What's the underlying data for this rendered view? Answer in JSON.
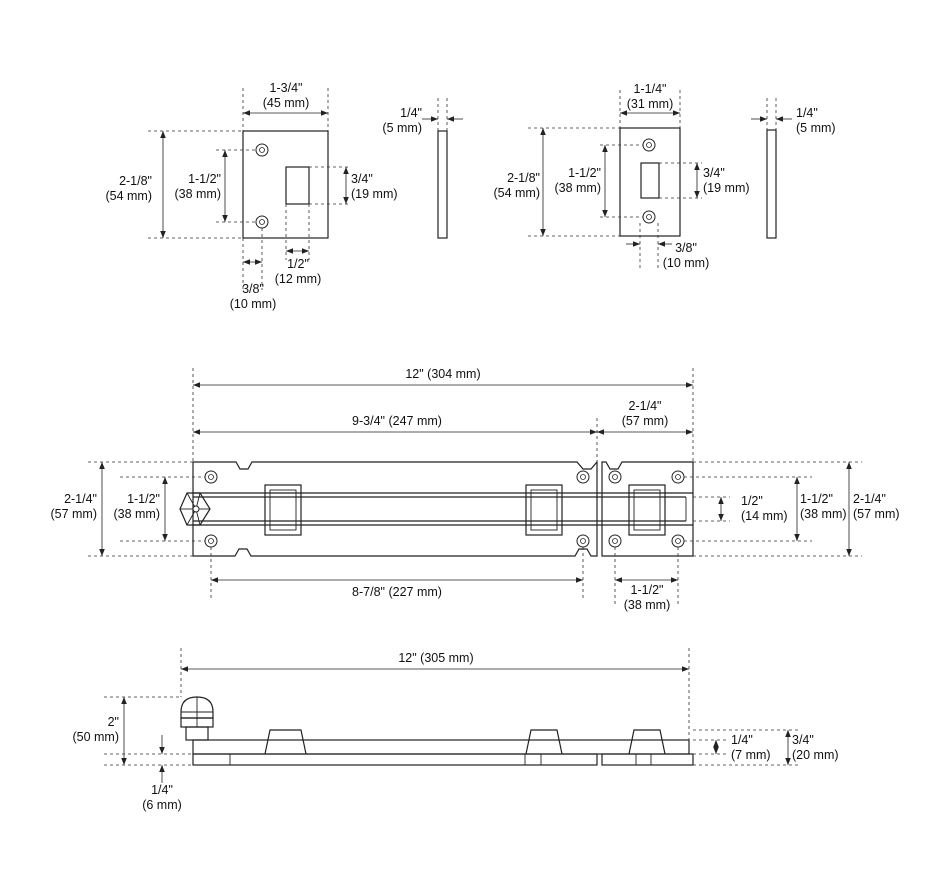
{
  "views": {
    "keeper_a": {
      "width": {
        "imp": "1-3/4\"",
        "met": "(45 mm)"
      },
      "height": {
        "imp": "2-1/8\"",
        "met": "(54 mm)"
      },
      "hole_spacing": {
        "imp": "1-1/2\"",
        "met": "(38 mm)"
      },
      "slot_height": {
        "imp": "3/4\"",
        "met": "(19 mm)"
      },
      "slot_width": {
        "imp": "1/2\"",
        "met": "(12 mm)"
      },
      "hole_offset": {
        "imp": "3/8\"",
        "met": "(10 mm)"
      },
      "thickness": {
        "imp": "1/4\"",
        "met": "(5 mm)"
      }
    },
    "keeper_b": {
      "width": {
        "imp": "1-1/4\"",
        "met": "(31 mm)"
      },
      "height": {
        "imp": "2-1/8\"",
        "met": "(54 mm)"
      },
      "hole_spacing": {
        "imp": "1-1/2\"",
        "met": "(38 mm)"
      },
      "slot_height": {
        "imp": "3/4\"",
        "met": "(19 mm)"
      },
      "hole_offset": {
        "imp": "3/8\"",
        "met": "(10 mm)"
      },
      "thickness": {
        "imp": "1/4\"",
        "met": "(5 mm)"
      }
    },
    "bolt_top": {
      "overall": "12\" (304 mm)",
      "base_length": "9-3/4\" (247 mm)",
      "keeper_length": {
        "imp": "2-1/4\"",
        "met": "(57 mm)"
      },
      "height_left": {
        "imp": "2-1/4\"",
        "met": "(57 mm)"
      },
      "hole_spacing_left": {
        "imp": "1-1/2\"",
        "met": "(38 mm)"
      },
      "bolt_dia": {
        "imp": "1/2\"",
        "met": "(14 mm)"
      },
      "hole_spacing_right": {
        "imp": "1-1/2\"",
        "met": "(38 mm)"
      },
      "height_right": {
        "imp": "2-1/4\"",
        "met": "(57 mm)"
      },
      "hole_centers": "8-7/8\" (227 mm)",
      "keeper_hole_centers": {
        "imp": "1-1/2\"",
        "met": "(38 mm)"
      }
    },
    "bolt_side": {
      "overall": "12\" (305 mm)",
      "knob_height": {
        "imp": "2\"",
        "met": "(50 mm)"
      },
      "plate_thickness": {
        "imp": "1/4\"",
        "met": "(6 mm)"
      },
      "bolt_thickness": {
        "imp": "1/4\"",
        "met": "(7 mm)"
      },
      "total_depth": {
        "imp": "3/4\"",
        "met": "(20 mm)"
      }
    }
  }
}
